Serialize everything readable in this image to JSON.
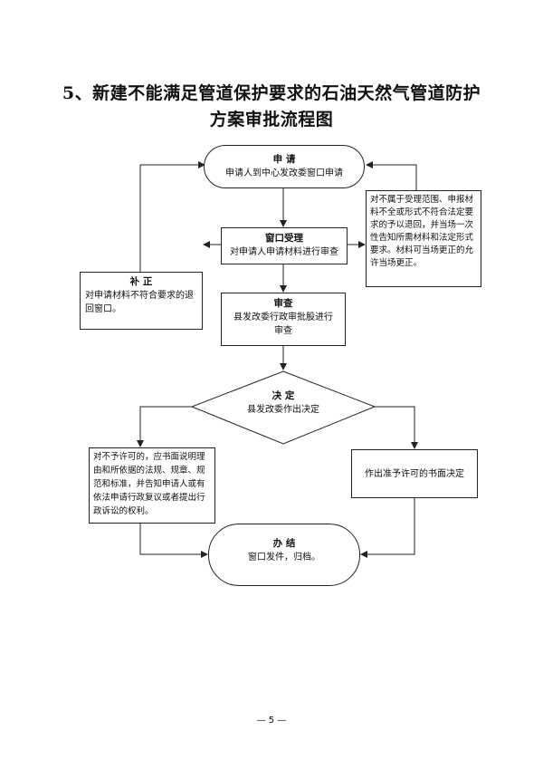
{
  "title": {
    "line1": "5、新建不能满足管道保护要求的石油天然气管道防护",
    "line2": "方案审批流程图"
  },
  "nodes": {
    "apply": {
      "head": "申  请",
      "body": "申请人到中心发改委窗口申请"
    },
    "accept": {
      "head": "窗口受理",
      "body": "对申请人申请材料进行审查"
    },
    "reject_note": {
      "body": "对不属于受理范围、申报材料不全或形式不符合法定要求的予以退回，并当场一次性告知所需材料和法定形式要求。材料可当场更正的允许当场更正。"
    },
    "supplement": {
      "head": "补  正",
      "body": "对申请材料不符合要求的退回窗口。"
    },
    "review": {
      "head": "审查",
      "body": "县发改委行政审批股进行审查"
    },
    "decide": {
      "head": "决  定",
      "body": "县发改委作出决定"
    },
    "deny": {
      "body": "对不予许可的，应书面说明理由和所依据的法规、规章、规范和标准，并告知申请人或有依法申请行政复议或者提出行政诉讼的权利。"
    },
    "approve": {
      "body": "作出准予许可的书面决定"
    },
    "finish": {
      "head": "办  结",
      "body": "窗口发件，归档。"
    }
  },
  "page_number": "— 5 —"
}
